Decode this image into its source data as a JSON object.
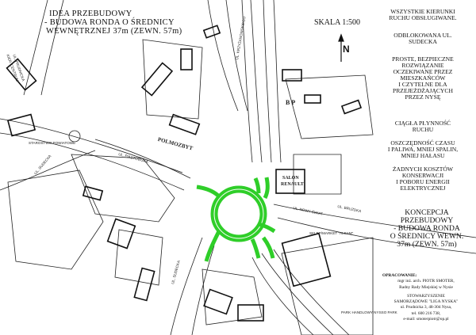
{
  "title": {
    "line1": "IDEA PRZEBUDOWY",
    "line2": "- BUDOWA RONDA O ŚREDNICY",
    "line3": "WEWNĘTRZNEJ 37m (ZEWN. 57m)"
  },
  "scale": "SKALA 1:500",
  "north": "N",
  "notes": [
    [
      "WSZYSTKIE KIERUNKI",
      "RUCHU OBSŁUGIWANE."
    ],
    [
      "ODBLOKOWANA UL.",
      "SUDECKA"
    ],
    [
      "PROSTE, BEZPIECZNE",
      "ROZWIĄZANIE",
      "OCZEKIWANE PRZEZ",
      "MIESZKAŃCÓW",
      "I CZYTELNE DLA",
      "PRZEJEŻDŻAJĄCYCH",
      "PRZEZ  NYSĘ"
    ],
    [
      "CIĄGŁA PŁYNNOŚĆ",
      "RUCHU"
    ],
    [
      "OSZCZĘDNOŚĆ CZASU",
      "I PALIWA, MNIEJ SPALIN,",
      "MNIEJ HAŁASU"
    ],
    [
      "ŻADNYCH KOSZTÓW",
      "KONSERWACJI",
      "I POBORU ENERGII",
      "ELEKTRYCZNEJ"
    ]
  ],
  "concept": [
    "KONCEPCJA",
    "PRZEBUDOWY",
    "- BUDOWA RONDA",
    "O ŚREDNICY WEWN.",
    "37m (ZEWN. 57m)"
  ],
  "credits": {
    "heading": "OPRACOWANIE:",
    "author": "mgr inż. arch. PIOTR SMOTER,",
    "role": "Radny Rady Miejskiej w Nysie",
    "org1": "STOWARZYSZENIE",
    "org2": "SAMORZĄDOWE \"LIGA NYSKA\"",
    "address": "ul. Prudnicka 3, 48-304 Nysa,",
    "phone": "tel. 600 216 738,",
    "email": "e-mail: smoterpiotr@op.pl"
  },
  "map_labels": {
    "prudnicka": "UL. PRUDNICKA",
    "prudnicka_dir": "KIER. CENTRUM",
    "powiat": "STAROSTWO POWIATOWE",
    "sudecka_w": "UL. SUDECKA",
    "piastowska": "UL. PIASTOWSKA",
    "polmozbyt": "POLMOZBYT",
    "bp": "B P",
    "salon": "SALON",
    "renault": "RENAULT",
    "sudecka_s": "UL. SUDECKA",
    "nowy_swiat": "UL. NOWY ŚWIAT",
    "bruzdka": "UL. BRUZDKA",
    "market": "SKLEP/MARKET \"ALSAM\"",
    "park": "PARK HANDLOWY NYSSO PARK",
    "krzyzanowskiego": "UL. KRZYŻANOWSKIEGO"
  },
  "colors": {
    "roundabout": "#2fce29",
    "line": "#111111"
  }
}
